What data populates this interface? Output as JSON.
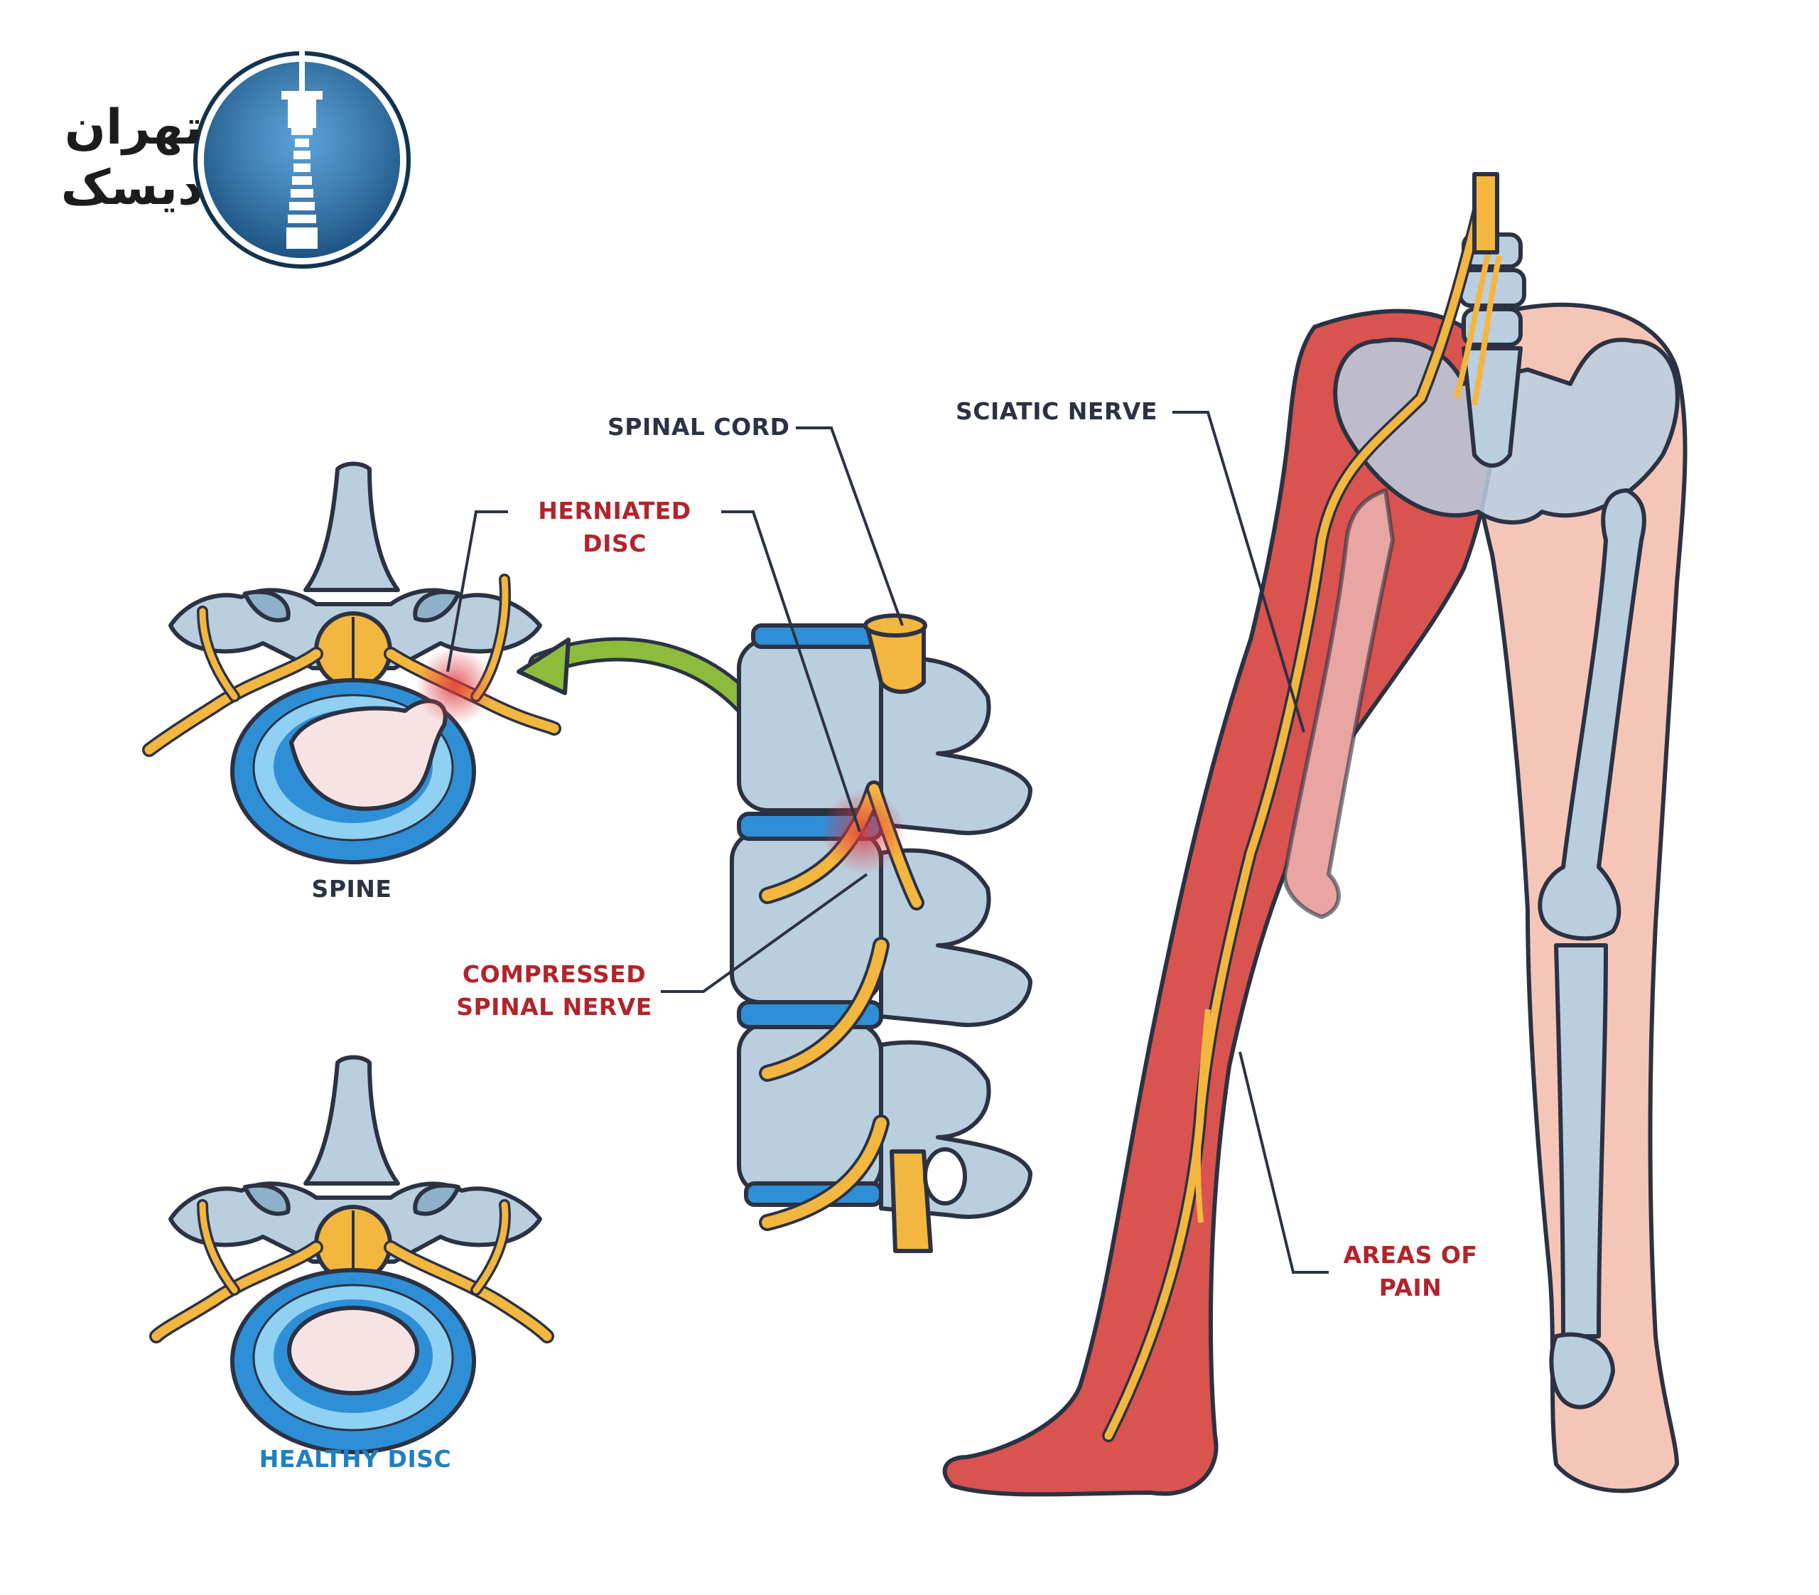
{
  "logo": {
    "line1": "تهران",
    "line2": "دیسک"
  },
  "labels": {
    "spinal_cord": "SPINAL CORD",
    "herniated_disc_line1": "HERNIATED",
    "herniated_disc_line2": "DISC",
    "spine": "SPINE",
    "compressed_line1": "COMPRESSED",
    "compressed_line2": "SPINAL NERVE",
    "healthy_disc": "HEALTHY DISC",
    "sciatic_nerve": "SCIATIC NERVE",
    "areas_of_pain_line1": "AREAS OF",
    "areas_of_pain_line2": "PAIN"
  },
  "colors": {
    "bone": "#b9cfe0",
    "bone_dark": "#2b3243",
    "disc_blue": "#2f8fd6",
    "disc_light": "#8fd0f3",
    "nerve": "#f3b63f",
    "pain_red": "#d9534f",
    "skin": "#f5c6b8",
    "arrow_green": "#8dbb3c",
    "label_red": "#b3232b",
    "label_blue": "#1f7fc1"
  }
}
